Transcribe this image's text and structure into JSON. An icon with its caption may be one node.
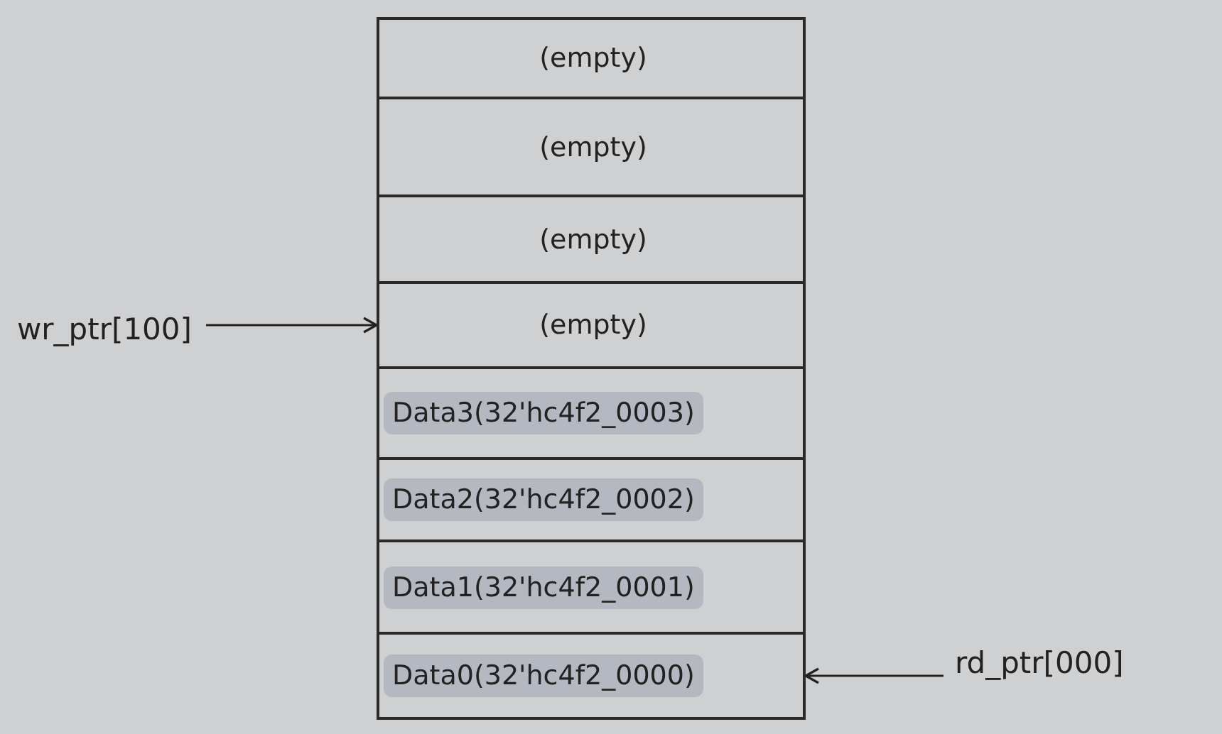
{
  "diagram": {
    "nodes": [
      {
        "text": [
          "(empty)"
        ]
      },
      {
        "text": [
          "(empty)"
        ]
      },
      {
        "text": [
          "(empty)"
        ]
      },
      {
        "text": [
          "(empty)"
        ]
      },
      {
        "text": [
          "Data3(32'hc4f2_0003)"
        ]
      },
      {
        "text": [
          "Data2(32'hc4f2_0002)"
        ]
      },
      {
        "text": [
          "Data1(32'hc4f2_0001)"
        ]
      },
      {
        "text": [
          "Data0(32'hc4f2_0000)"
        ]
      },
      {
        "text": [
          "wr_ptr[100]"
        ]
      },
      {
        "text": [
          "rd_ptr[000]"
        ]
      }
    ],
    "edges": [
      {
        "from": 8,
        "to": 3,
        "arrow": "to"
      },
      {
        "from": 9,
        "to": 7,
        "arrow": "to"
      }
    ]
  }
}
